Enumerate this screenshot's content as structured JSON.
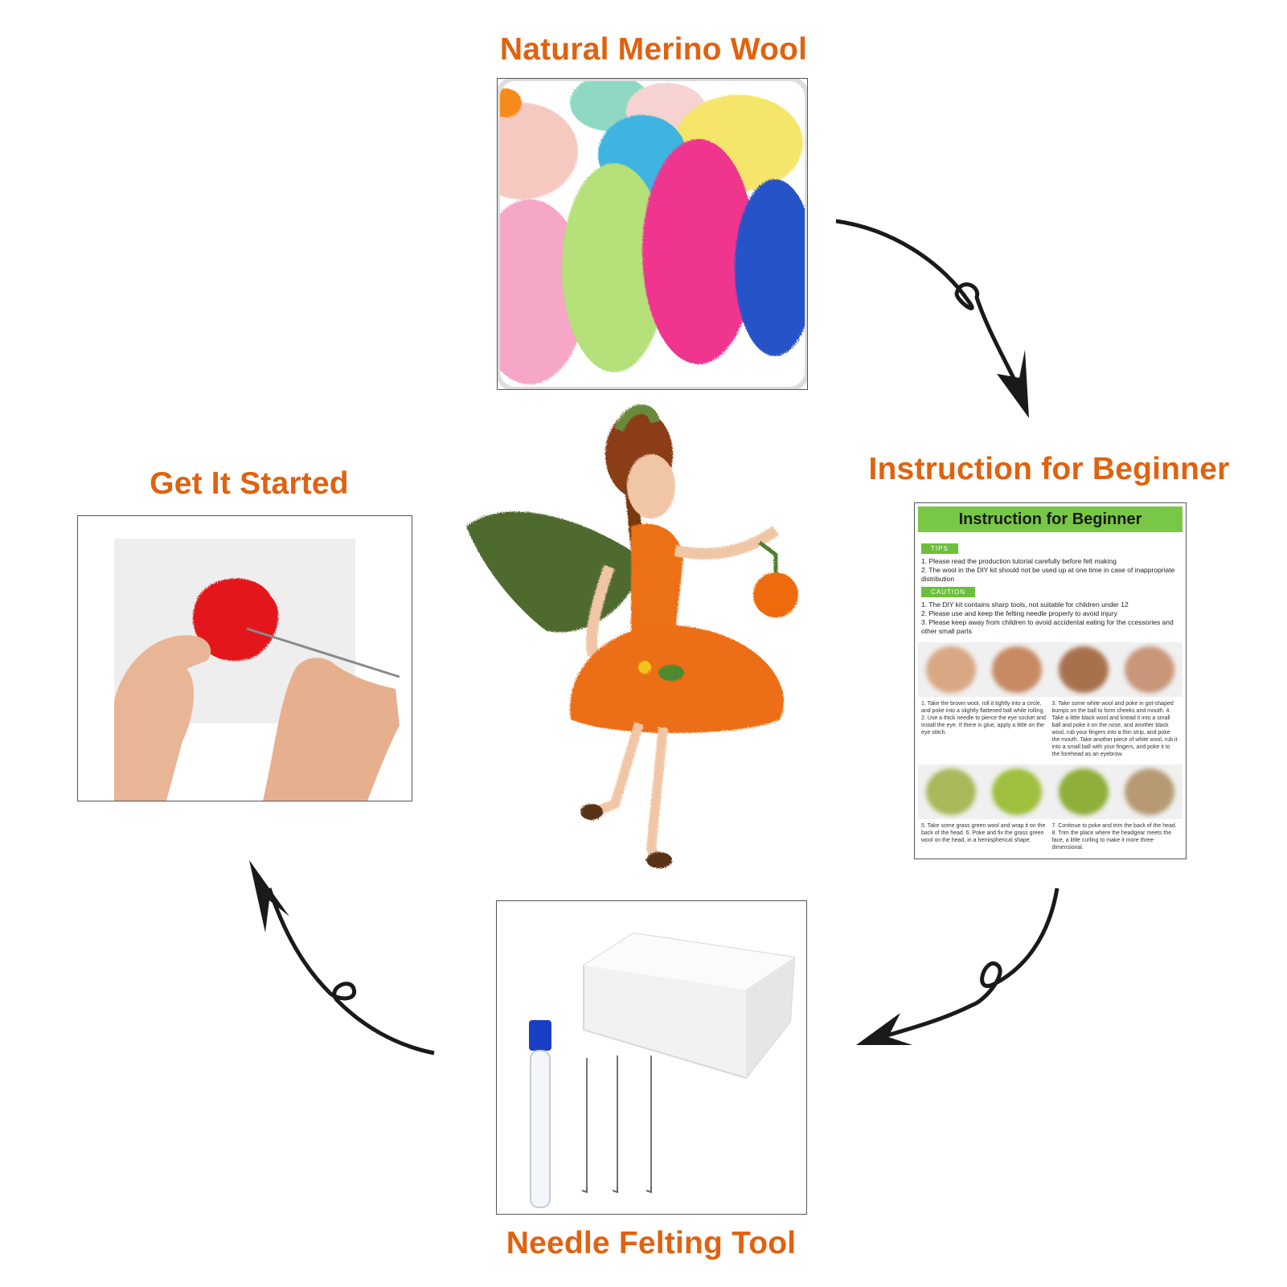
{
  "labels": {
    "wool": "Natural Merino Wool",
    "instruction": "Instruction for Beginner",
    "start": "Get It Started",
    "needle": "Needle Felting Tool"
  },
  "instruction_sheet": {
    "title": "Instruction for Beginner",
    "tips_tag": "TIPS",
    "tips": [
      "1. Please read the production tutorial carefully before felt making",
      "2. The wool in the DIY kit should not be used up at one time in case of inappropriate distribution"
    ],
    "caution_tag": "CAUTION",
    "caution": [
      "1. The DIY kit contains sharp tools, not suitable for children under 12",
      "2. Please use and keep the felting needle properly to avoid injury",
      "3. Please keep away from children to avoid accidental eating for the ccessories and other small parts"
    ],
    "step_col1": "1. Take the brown wool, roll it tightly into a circle, and poke into a slightly flattened ball while rolling. 2. Use a thick needle to pierce the eye socket and install the eye. If there is glue, apply a little on the eye stitch.",
    "step_col2": "3. Take some white wool and poke in got-shaped bumps on the ball to form cheeks and mouth. 4. Take a little black wool and knead it into a small ball and poke it on the nose, and another black wool, rub your fingers into a thin strip, and poke the mouth. Take another piece of white wool, rub it into a small ball with your fingers, and poke it to the forehead as an eyebrow.",
    "step_col3": "5. Take some grass green wool and wrap it on the back of the head. 6. Poke and fix the grass green wool on the head, in a hemispherical shape.",
    "step_col4": "7. Continue to poke and trim the back of the head. 8. Trim the place where the headgear meets the face, a little curling to make it more three-dimensional."
  },
  "colors": {
    "label": "#e0620f",
    "sheet_header": "#78c846",
    "arrow": "#1a1a1a"
  }
}
